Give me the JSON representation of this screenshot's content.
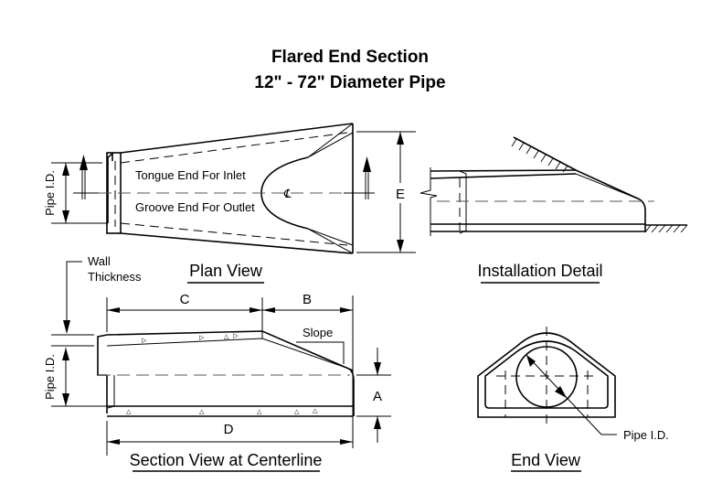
{
  "title": {
    "line1": "Flared End Section",
    "line2": "12\" - 72\" Diameter Pipe"
  },
  "plan_view": {
    "caption": "Plan View",
    "pipe_id_label": "Pipe I.D.",
    "tongue_label": "Tongue End For Inlet",
    "groove_label": "Groove End For Outlet",
    "centerline_symbol": "℄",
    "dim_e": "E"
  },
  "installation_detail": {
    "caption": "Installation Detail"
  },
  "section_view": {
    "caption": "Section View at Centerline",
    "wall_label_1": "Wall",
    "wall_label_2": "Thickness",
    "pipe_id_label": "Pipe I.D.",
    "dim_a": "A",
    "dim_b": "B",
    "dim_c": "C",
    "dim_d": "D",
    "slope_label": "Slope"
  },
  "end_view": {
    "caption": "End View",
    "pipe_id_label": "Pipe I.D."
  },
  "colors": {
    "ink": "#000000",
    "centerline": "#555555",
    "background": "#ffffff"
  }
}
